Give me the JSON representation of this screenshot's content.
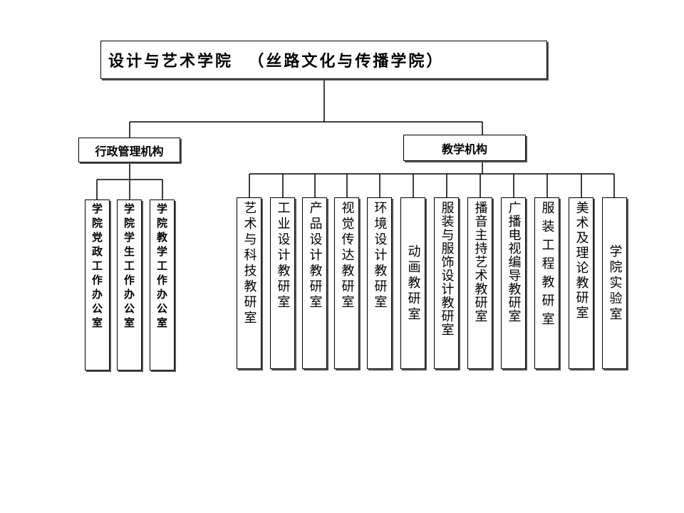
{
  "root": {
    "title": "设计与艺术学院  （丝路文化与传播学院）"
  },
  "admin": {
    "title": "行政管理机构",
    "units": [
      "学院党政工作办公室",
      "学院学生工作办公室",
      "学院教学工作办公室"
    ]
  },
  "teaching": {
    "title": "教学机构",
    "units": [
      "艺术与科技教研室",
      "工业设计教研室",
      "产品设计教研室",
      "视觉传达教研室",
      "环境设计教研室",
      "动画教研室",
      "服装与服饰设计教研室",
      "播音主持艺术教研室",
      "广播电视编导教研室",
      "服装工程教研室",
      "美术及理论教研室",
      "学院实验室"
    ]
  }
}
